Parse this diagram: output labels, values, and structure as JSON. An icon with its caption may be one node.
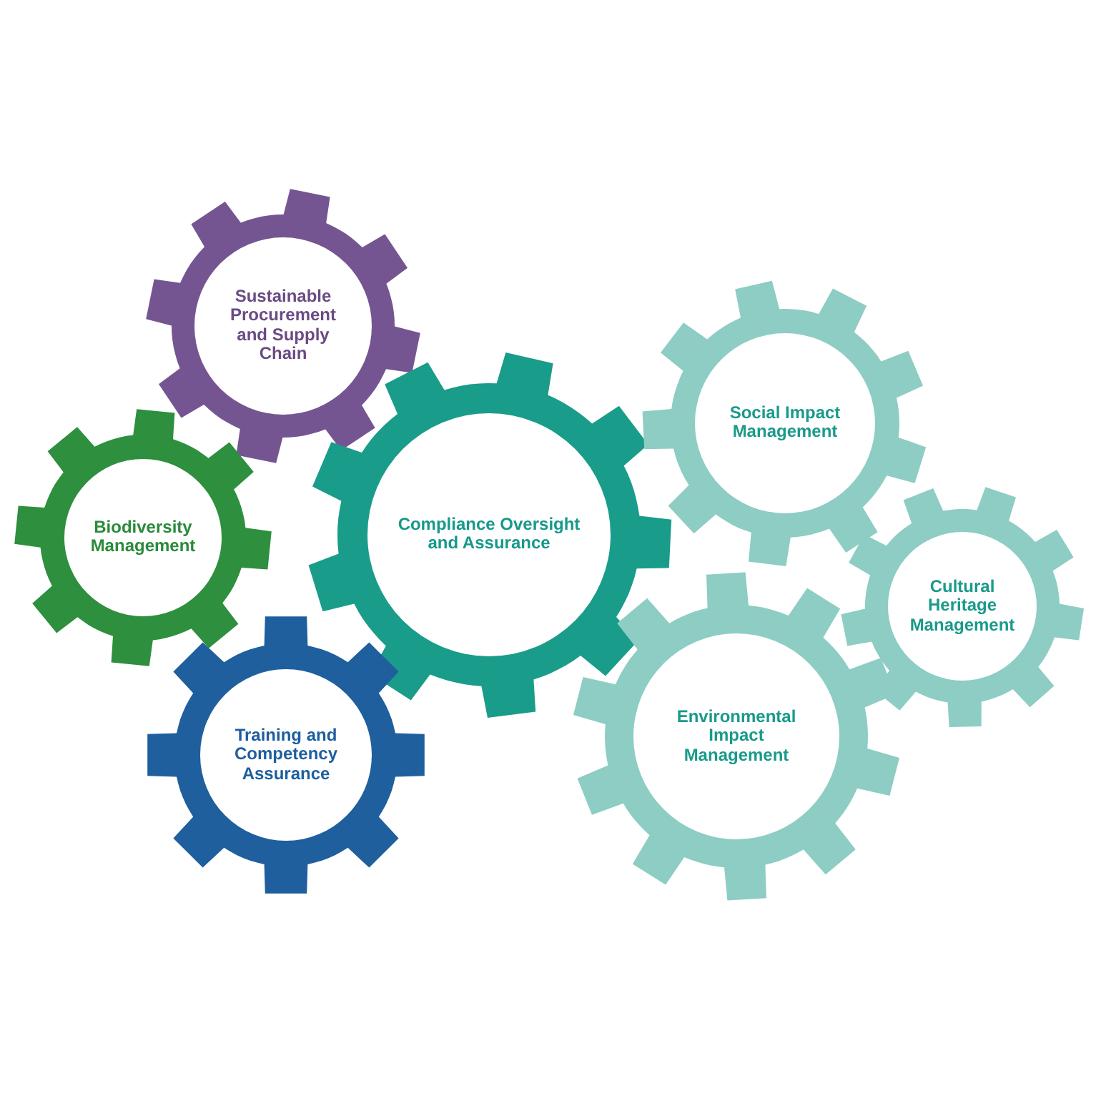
{
  "diagram": {
    "nodes": [
      {
        "text": [
          "Sustainable Procurement and Supply Chain"
        ]
      },
      {
        "text": [
          "Biodiversity Management"
        ]
      },
      {
        "text": [
          "Compliance Oversight and Assurance"
        ]
      },
      {
        "text": [
          "Social Impact Management"
        ]
      },
      {
        "text": [
          "Cultural Heritage Management"
        ]
      },
      {
        "text": [
          "Training and Competency Assurance"
        ]
      },
      {
        "text": [
          "Environmental Impact Management"
        ]
      }
    ]
  }
}
